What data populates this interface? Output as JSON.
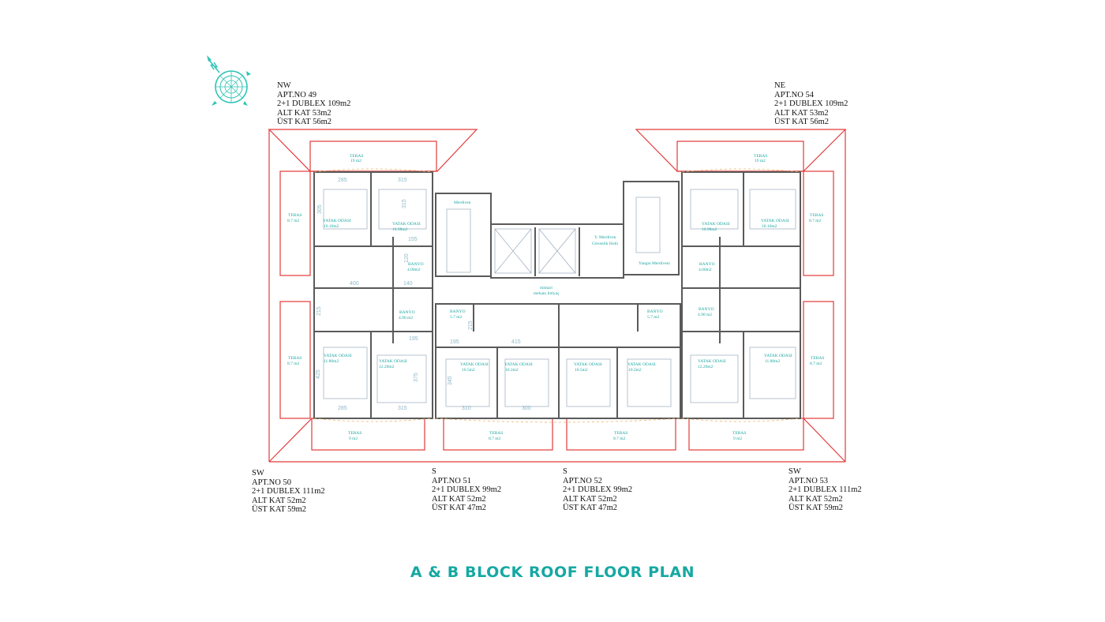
{
  "title": "A & B BLOCK ROOF FLOOR PLAN",
  "colors": {
    "accent": "#16a8a2",
    "terrace_outline": "#e33a3a",
    "walls": "#555555"
  },
  "compass": {
    "letter": "N",
    "icon": "compass-rose-icon"
  },
  "apartments": {
    "nw": {
      "dir": "NW",
      "apt": "APT.NO 49",
      "type": "2+1 DUBLEX 109m2",
      "lower": "ALT KAT 53m2",
      "upper": "ÜST KAT 56m2"
    },
    "ne": {
      "dir": "NE",
      "apt": "APT.NO 54",
      "type": "2+1 DUBLEX 109m2",
      "lower": "ALT KAT 53m2",
      "upper": "ÜST KAT 56m2"
    },
    "sw50": {
      "dir": "SW",
      "apt": "APT.NO 50",
      "type": "2+1 DUBLEX  111m2",
      "lower": "ALT KAT 52m2",
      "upper": "ÜST KAT 59m2"
    },
    "s51": {
      "dir": "S",
      "apt": "APT.NO 51",
      "type": "2+1 DUBLEX 99m2",
      "lower": "ALT KAT 52m2",
      "upper": "ÜST KAT 47m2"
    },
    "s52": {
      "dir": "S",
      "apt": "APT.NO 52",
      "type": "2+1 DUBLEX 99m2",
      "lower": "ALT KAT 52m2",
      "upper": "ÜST KAT 47m2"
    },
    "sw53": {
      "dir": "SW",
      "apt": "APT.NO 53",
      "type": "2+1 DUBLEX 111m2",
      "lower": "ALT KAT 52m2",
      "upper": "ÜST KAT 59m2"
    }
  },
  "rooms": {
    "teras": "TERAS",
    "yatak": "YATAK ODASI",
    "banyo": "BANYO",
    "merdiven": "Merdiven",
    "yangin": "Yangın Merdiveni",
    "ymerdiven1": "Y. Merdiven",
    "ymerdiven2": "Güvenlik Holü",
    "mekan1": "mimari",
    "mekan2": "mekanı ihtiyaç",
    "a_teras_nw_top": "19 m2",
    "a_teras_ne_top": "19 m2",
    "a_teras_side": "8.7 m2",
    "a_teras_side2": "8.7 m2",
    "a_teras_bottom": "9 m2",
    "a_teras_s": "8.7 m2",
    "a_yatak_1": "10.10m2",
    "a_yatak_2": "10.98m2",
    "a_yatak_3": "11.80m2",
    "a_yatak_4": "12.20m2",
    "a_yatak_5": "10.5m2",
    "a_yatak_6": "10.2m2",
    "a_banyo_1": "4.00m2",
    "a_banyo_2": "4.90 m2",
    "a_banyo_3": "5.7 m2"
  },
  "dims": {
    "d285": "285",
    "d315": "315",
    "d305": "305",
    "d400": "400",
    "d140": "140",
    "d425": "425",
    "d375": "375",
    "d345": "345",
    "d310": "310",
    "d300": "300",
    "d415": "415",
    "d195": "195",
    "d215": "215",
    "d155": "155",
    "d120": "120"
  }
}
